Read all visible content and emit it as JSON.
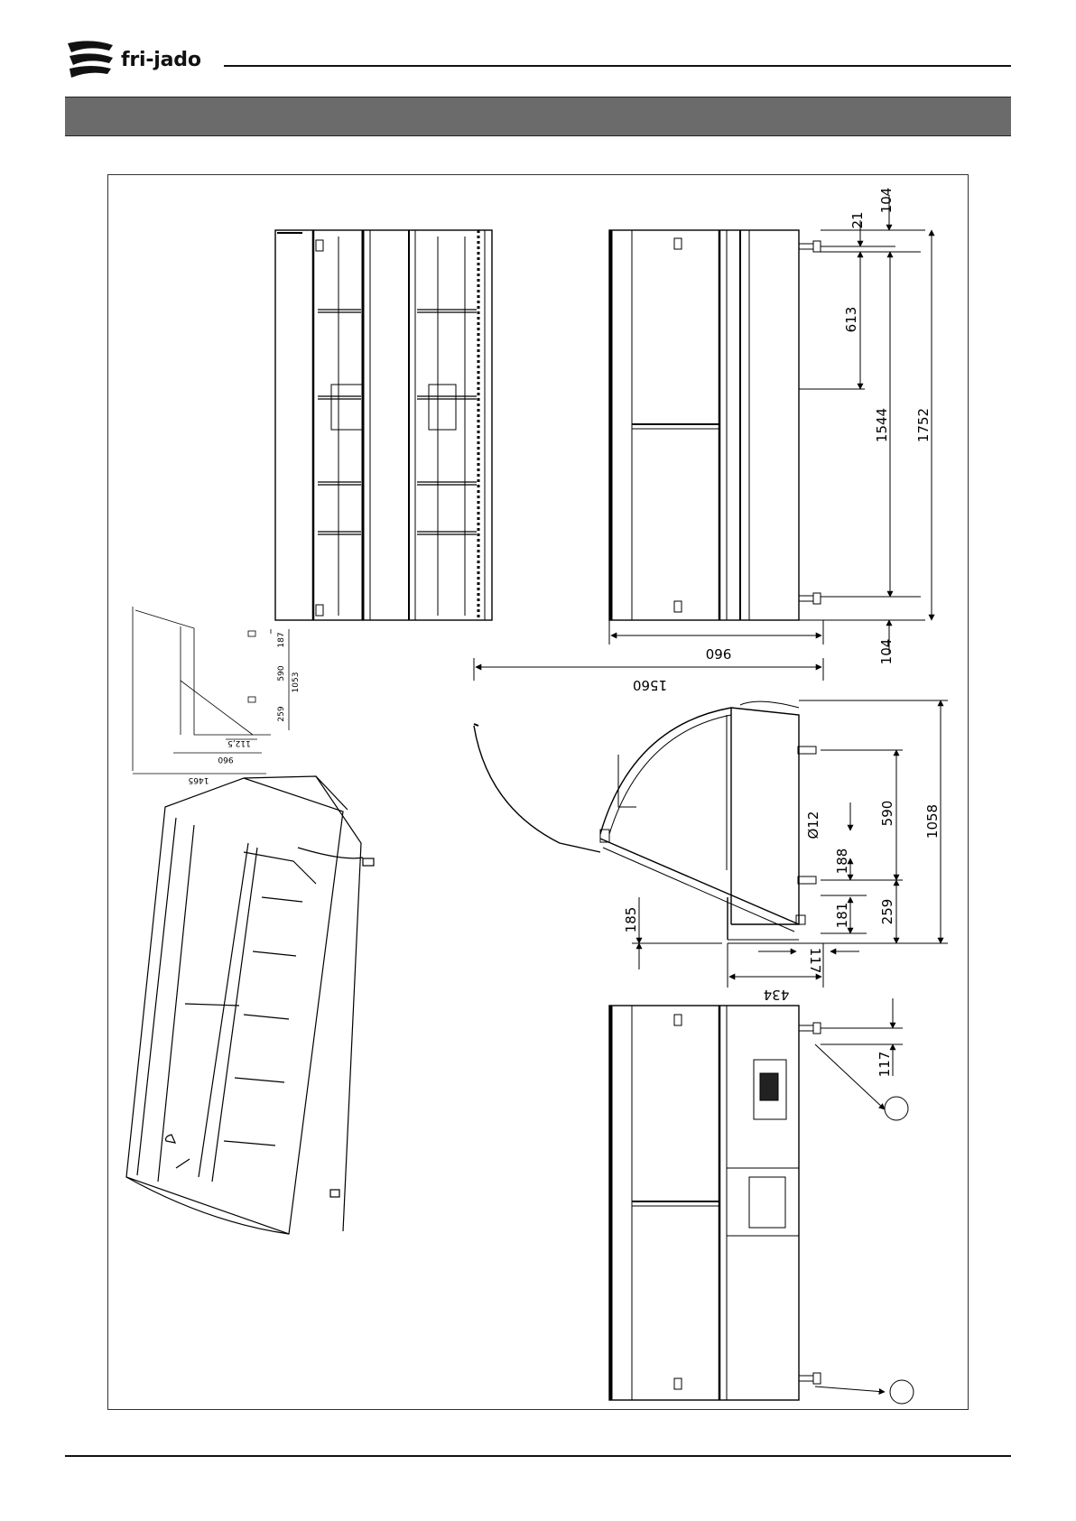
{
  "header": {
    "brand": "fri-jado",
    "logo_icon": "fri-jado-wave-logo-icon"
  },
  "drawing": {
    "dims": {
      "d104_top": "104",
      "d21": "21",
      "d613": "613",
      "d1544": "1544",
      "d1752": "1752",
      "d104_bottom": "104",
      "d960_a": "960",
      "d1560": "1560",
      "d1058": "1058",
      "d590": "590",
      "d012": "Ø12",
      "d188": "188",
      "d181": "181",
      "d259": "259",
      "d185": "185",
      "d117_a": "117",
      "d434": "434",
      "d117_b": "117"
    },
    "small_dims": {
      "s187": "187",
      "s590": "590",
      "s1053": "1053",
      "s259": "259",
      "s1125": "112,5",
      "s960": "960",
      "s1465": "1465"
    }
  }
}
